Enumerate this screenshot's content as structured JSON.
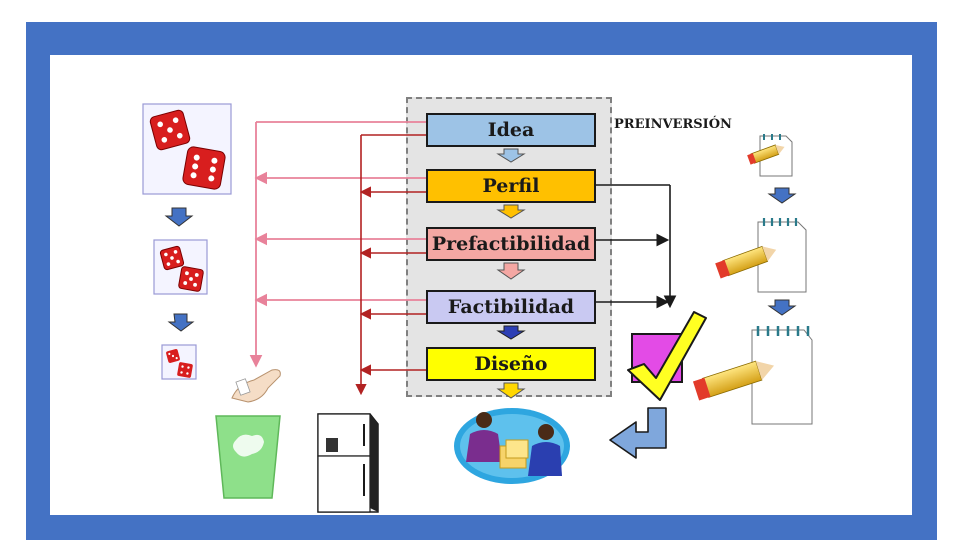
{
  "stages": [
    {
      "label": "Idea",
      "color": "#9dc3e6"
    },
    {
      "label": "Perfil",
      "color": "#ffc000"
    },
    {
      "label": "Prefactibilidad",
      "color": "#f4a7a3"
    },
    {
      "label": "Factibilidad",
      "color": "#c9c9f2"
    },
    {
      "label": "Diseño",
      "color": "#ffff00"
    }
  ],
  "phase_label": "PREINVERSIÓN",
  "icons": [
    "dice-icon",
    "recycle-bin-icon",
    "refrigerator-icon",
    "checkmark-icon",
    "notepad-pencil-icon",
    "meeting-people-icon"
  ],
  "colors": {
    "frame": "#4472c4",
    "discard_arrows": "#e8829a",
    "store_arrows": "#b22222",
    "advance_arrows": "#1a1a1a"
  }
}
